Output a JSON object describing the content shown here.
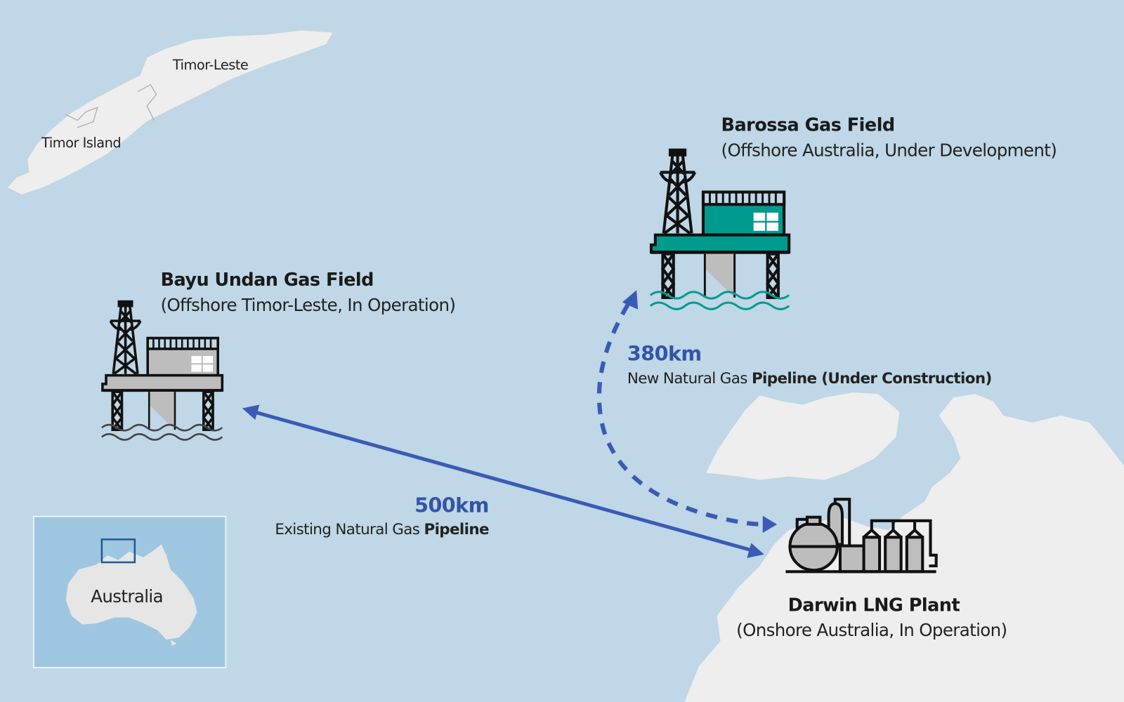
{
  "colors": {
    "sea": "#bfd7e6",
    "land": "#eeeeee",
    "pipeline": "#3a5bb5",
    "barossa": "#009a8e",
    "bayu": "#bdbdbd",
    "inset_sea": "#9fc6e0"
  },
  "places": {
    "timor_leste": "Timor-Leste",
    "timor_island": "Timor Island"
  },
  "fields": {
    "barossa": {
      "title": "Barossa Gas Field",
      "subtitle": "(Offshore Australia, Under Development)",
      "icon": "offshore-rig-icon"
    },
    "bayu_undan": {
      "title": "Bayu Undan Gas Field",
      "subtitle": "(Offshore Timor-Leste, In Operation)",
      "icon": "offshore-rig-icon"
    },
    "darwin": {
      "title": "Darwin LNG Plant",
      "subtitle": "(Onshore Australia, In Operation)",
      "icon": "lng-plant-icon"
    }
  },
  "pipelines": {
    "new": {
      "distance": "380km",
      "label_prefix": "New Natural Gas ",
      "label_bold": "Pipeline (Under Construction)"
    },
    "existing": {
      "distance": "500km",
      "label_prefix": "Existing Natural Gas ",
      "label_bold": "Pipeline"
    }
  },
  "inset": {
    "label": "Australia"
  }
}
